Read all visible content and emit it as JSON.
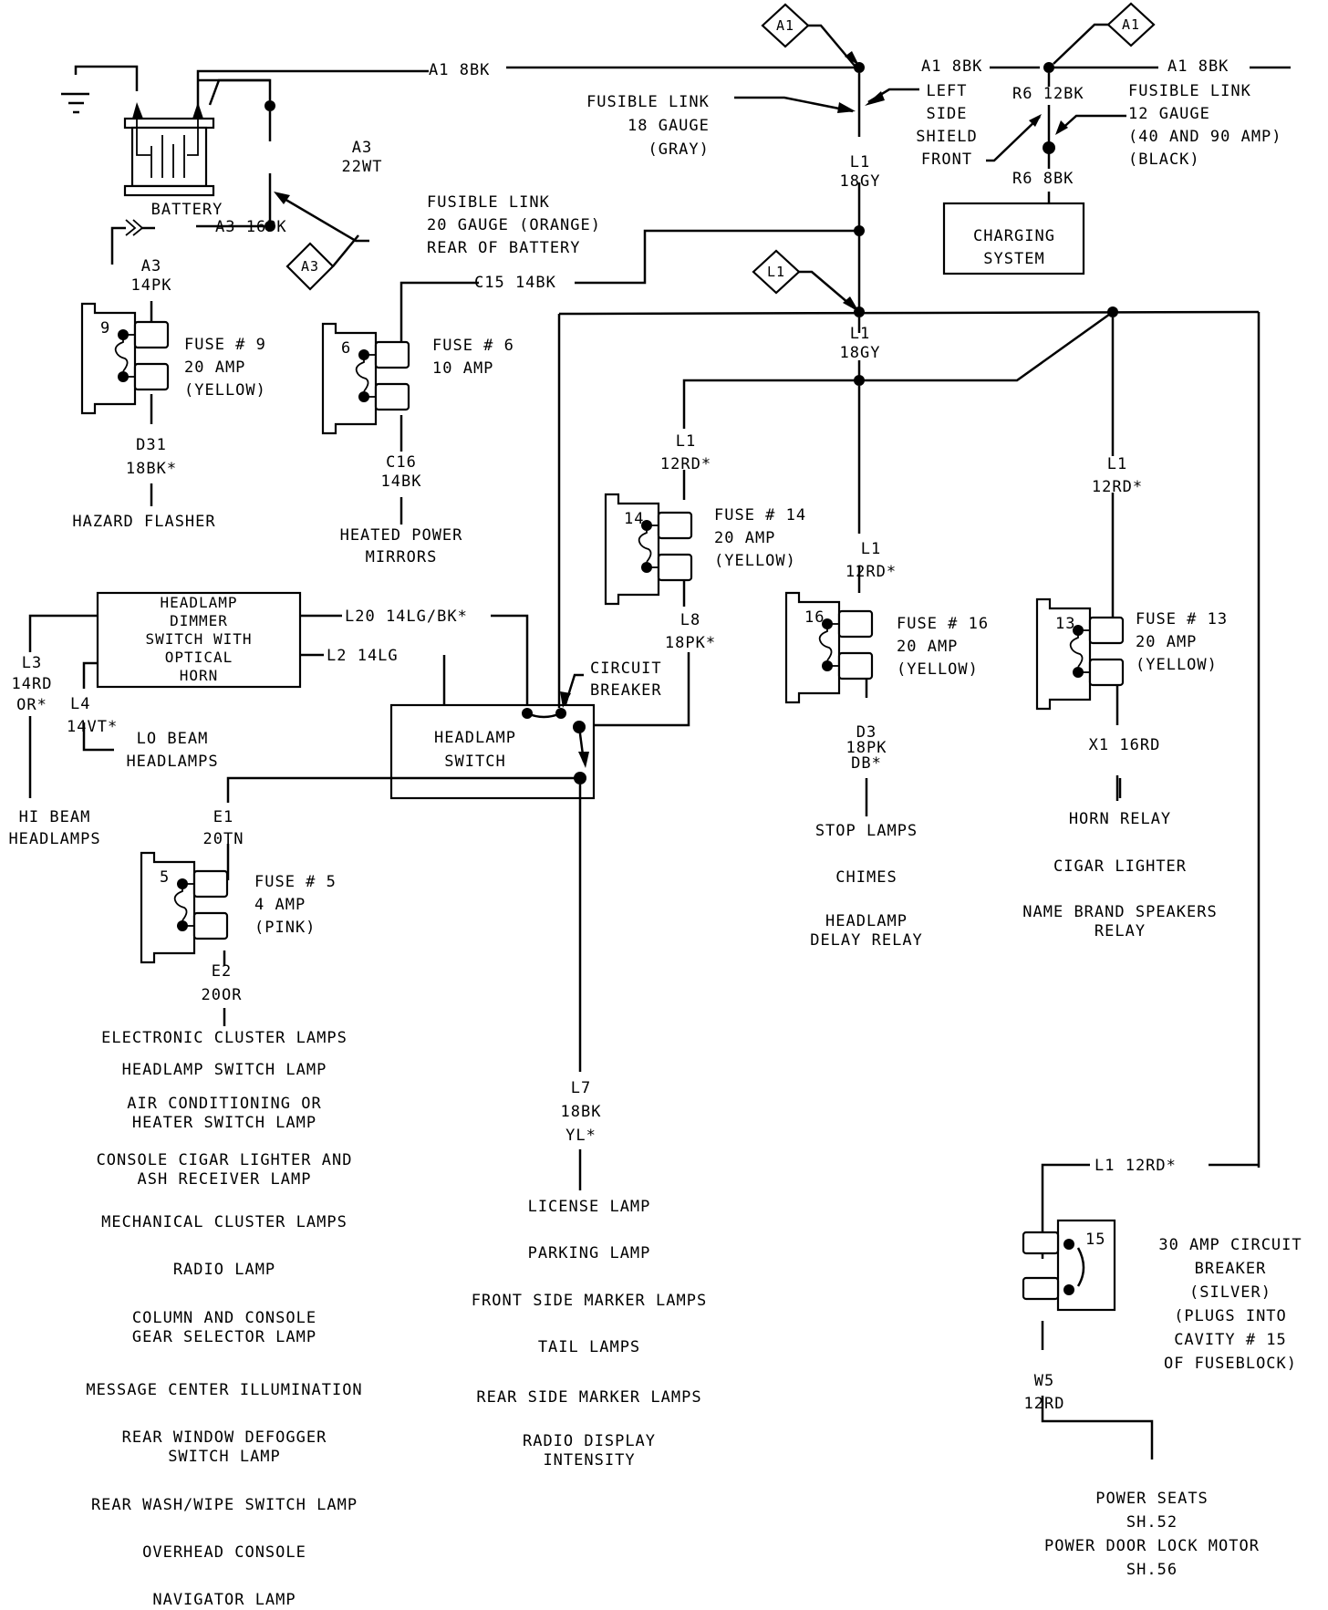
{
  "diagram": {
    "title": "",
    "battery": {
      "label": "BATTERY",
      "neg": "−",
      "pos": "+"
    },
    "connectors": {
      "a1_left": "A1",
      "a1_right": "A1",
      "a3": "A3",
      "l1": "L1"
    },
    "wires": {
      "a1_8bk_1": "A1 8BK",
      "a1_8bk_2": "A1 8BK",
      "a1_8bk_3": "A1 8BK",
      "a3_22wt": [
        "A3",
        "22WT"
      ],
      "a3_16pk": "A3 16PK",
      "a3_14pk": [
        "A3",
        "14PK"
      ],
      "l1_18gy_top": [
        "L1",
        "18GY"
      ],
      "l1_18gy_mid": [
        "L1",
        "18GY"
      ],
      "r6_12bk": "R6 12BK",
      "r6_8bk": "R6 8BK",
      "c15_14bk": "C15 14BK",
      "c16_14bk": [
        "C16",
        "14BK"
      ],
      "d31_18bk": [
        "D31",
        "18BK*"
      ],
      "l1_12rd_f14": [
        "L1",
        "12RD*"
      ],
      "l1_12rd_f16": [
        "L1",
        "12RD*"
      ],
      "l1_12rd_f13": [
        "L1",
        "12RD*"
      ],
      "l8_18pk": [
        "L8",
        "18PK*"
      ],
      "d3_18pk": [
        "D3",
        "18PK",
        "DB*"
      ],
      "x1_16rd": "X1 16RD",
      "l20": "L20 14LG/BK*",
      "l2": "L2 14LG",
      "l3": [
        "L3",
        "14RD",
        "OR*"
      ],
      "l4": [
        "L4",
        "14VT*"
      ],
      "e1": [
        "E1",
        "20TN"
      ],
      "e2": [
        "E2",
        "20OR"
      ],
      "l7": [
        "L7",
        "18BK",
        "YL*"
      ],
      "l1_12rd_cb": "L1 12RD*",
      "w5": [
        "W5",
        "12RD"
      ]
    },
    "annotations": {
      "fusible_18": [
        "FUSIBLE LINK",
        "18 GAUGE",
        "(GRAY)"
      ],
      "left_side_shield": [
        "LEFT",
        "SIDE",
        "SHIELD",
        "FRONT"
      ],
      "fusible_12": [
        "FUSIBLE LINK",
        "12 GAUGE",
        "(40 AND 90 AMP)",
        "(BLACK)"
      ],
      "fusible_20": [
        "FUSIBLE LINK",
        "20 GAUGE (ORANGE)",
        "REAR OF BATTERY"
      ],
      "circuit_breaker": [
        "CIRCUIT",
        "BREAKER"
      ]
    },
    "components": {
      "charging_system": [
        "CHARGING",
        "SYSTEM"
      ],
      "dimmer_switch": [
        "HEADLAMP",
        "DIMMER",
        "SWITCH WITH",
        "OPTICAL",
        "HORN"
      ],
      "headlamp_switch": [
        "HEADLAMP",
        "SWITCH"
      ]
    },
    "fuses": [
      {
        "cavity": "9",
        "label": [
          "FUSE # 9",
          "20 AMP",
          "(YELLOW)"
        ]
      },
      {
        "cavity": "6",
        "label": [
          "FUSE # 6",
          "10 AMP"
        ]
      },
      {
        "cavity": "14",
        "label": [
          "FUSE # 14",
          "20 AMP",
          "(YELLOW)"
        ]
      },
      {
        "cavity": "16",
        "label": [
          "FUSE # 16",
          "20 AMP",
          "(YELLOW)"
        ]
      },
      {
        "cavity": "13",
        "label": [
          "FUSE # 13",
          "20 AMP",
          "(YELLOW)"
        ]
      },
      {
        "cavity": "5",
        "label": [
          "FUSE # 5",
          "4 AMP",
          "(PINK)"
        ]
      }
    ],
    "circuit_breaker_15": {
      "cavity": "15",
      "label": [
        "30 AMP CIRCUIT",
        "BREAKER",
        "(SILVER)",
        "(PLUGS INTO",
        "CAVITY # 15",
        "OF FUSEBLOCK)"
      ]
    },
    "loads": {
      "hazard": "HAZARD FLASHER",
      "mirrors": [
        "HEATED POWER",
        "MIRRORS"
      ],
      "lo_beam": [
        "LO BEAM",
        "HEADLAMPS"
      ],
      "hi_beam": [
        "HI BEAM",
        "HEADLAMPS"
      ],
      "fuse16_loads": [
        "STOP LAMPS",
        "CHIMES",
        "HEADLAMP\nDELAY RELAY"
      ],
      "fuse13_loads": [
        "HORN RELAY",
        "CIGAR LIGHTER",
        "NAME BRAND SPEAKERS\nRELAY"
      ],
      "fuse5_loads": [
        "ELECTRONIC CLUSTER LAMPS",
        "HEADLAMP SWITCH LAMP",
        "AIR CONDITIONING OR\nHEATER SWITCH LAMP",
        "CONSOLE CIGAR LIGHTER AND\nASH RECEIVER LAMP",
        "MECHANICAL CLUSTER LAMPS",
        "RADIO LAMP",
        "COLUMN AND CONSOLE\nGEAR SELECTOR LAMP",
        "MESSAGE CENTER ILLUMINATION",
        "REAR WINDOW DEFOGGER\nSWITCH LAMP",
        "REAR WASH/WIPE SWITCH LAMP",
        "OVERHEAD CONSOLE",
        "NAVIGATOR LAMP"
      ],
      "l7_loads": [
        "LICENSE LAMP",
        "PARKING LAMP",
        "FRONT SIDE MARKER LAMPS",
        "TAIL LAMPS",
        "REAR SIDE MARKER LAMPS",
        "RADIO DISPLAY\nINTENSITY"
      ],
      "cb_loads": [
        "POWER SEATS",
        "SH.52",
        "POWER DOOR LOCK MOTOR",
        "SH.56"
      ]
    }
  }
}
